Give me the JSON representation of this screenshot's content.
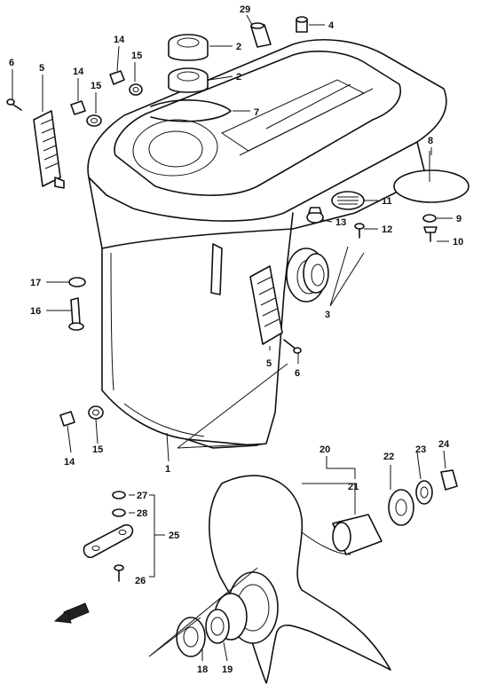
{
  "diagram": {
    "callouts": [
      {
        "id": "c29",
        "text": "29"
      },
      {
        "id": "c4",
        "text": "4"
      },
      {
        "id": "c2a",
        "text": "2"
      },
      {
        "id": "c2b",
        "text": "2"
      },
      {
        "id": "c14a",
        "text": "14"
      },
      {
        "id": "c15a",
        "text": "15"
      },
      {
        "id": "c6a",
        "text": "6"
      },
      {
        "id": "c5a",
        "text": "5"
      },
      {
        "id": "c14b",
        "text": "14"
      },
      {
        "id": "c15b",
        "text": "15"
      },
      {
        "id": "c7",
        "text": "7"
      },
      {
        "id": "c8",
        "text": "8"
      },
      {
        "id": "c11",
        "text": "11"
      },
      {
        "id": "c13",
        "text": "13"
      },
      {
        "id": "c9",
        "text": "9"
      },
      {
        "id": "c12",
        "text": "12"
      },
      {
        "id": "c10",
        "text": "10"
      },
      {
        "id": "c17",
        "text": "17"
      },
      {
        "id": "c16",
        "text": "16"
      },
      {
        "id": "c3",
        "text": "3"
      },
      {
        "id": "c5b",
        "text": "5"
      },
      {
        "id": "c6b",
        "text": "6"
      },
      {
        "id": "c14c",
        "text": "14"
      },
      {
        "id": "c15c",
        "text": "15"
      },
      {
        "id": "c1",
        "text": "1"
      },
      {
        "id": "c20",
        "text": "20"
      },
      {
        "id": "c21",
        "text": "21"
      },
      {
        "id": "c22",
        "text": "22"
      },
      {
        "id": "c23",
        "text": "23"
      },
      {
        "id": "c24",
        "text": "24"
      },
      {
        "id": "c27",
        "text": "27"
      },
      {
        "id": "c28",
        "text": "28"
      },
      {
        "id": "c25",
        "text": "25"
      },
      {
        "id": "c26",
        "text": "26"
      },
      {
        "id": "c18",
        "text": "18"
      },
      {
        "id": "c19",
        "text": "19"
      }
    ]
  }
}
